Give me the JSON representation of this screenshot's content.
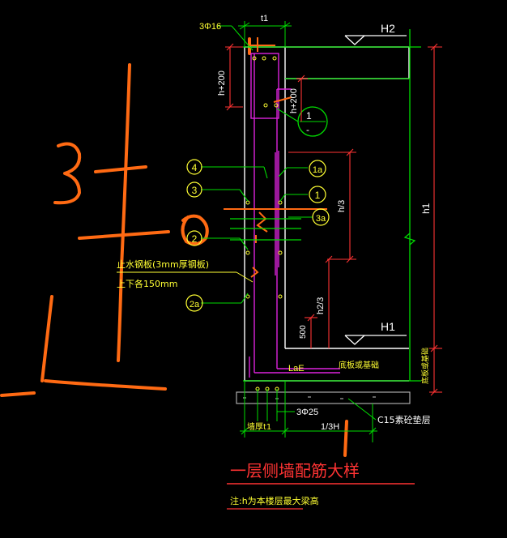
{
  "colors": {
    "background": "#000000",
    "wall": "#ffffff",
    "dim": "#ff3333",
    "green": "#00dd00",
    "yellow": "#ffff33",
    "magenta": "#dd22dd",
    "cyan": "#33ffff",
    "orange": "#ff6a13",
    "gray": "#b8b8b8"
  },
  "labels": {
    "top_bars": "3Φ16",
    "t1_top": "t1",
    "h2": "H2",
    "h1_level": "H1",
    "h_plus_200_left": "h+200",
    "h_plus_200_right": "h+200",
    "section_1": "1",
    "section_dash": "-",
    "h1_dim": "h1",
    "h_third": "h/3",
    "h2_third": "h2/3",
    "dim_500": "500",
    "lae": "LaE",
    "slab_note": "底板或基础",
    "right_side_note": "底板或基础",
    "bottom_bars": "3Φ25",
    "wall_thickness": "墙厚t1",
    "one_third_h": "1/3H",
    "c15_note": "C15素砼垫层",
    "waterstop_line1": "止水钢板(3mm厚钢板)",
    "waterstop_line2": "上下各150mm",
    "title": "一层侧墙配筋大样",
    "note": "注:h为本楼层最大梁高"
  },
  "callouts": {
    "c4": "4",
    "c3": "3",
    "c2": "2",
    "c2a": "2a",
    "c1a": "1a",
    "c1": "1",
    "c3a": "3a"
  }
}
